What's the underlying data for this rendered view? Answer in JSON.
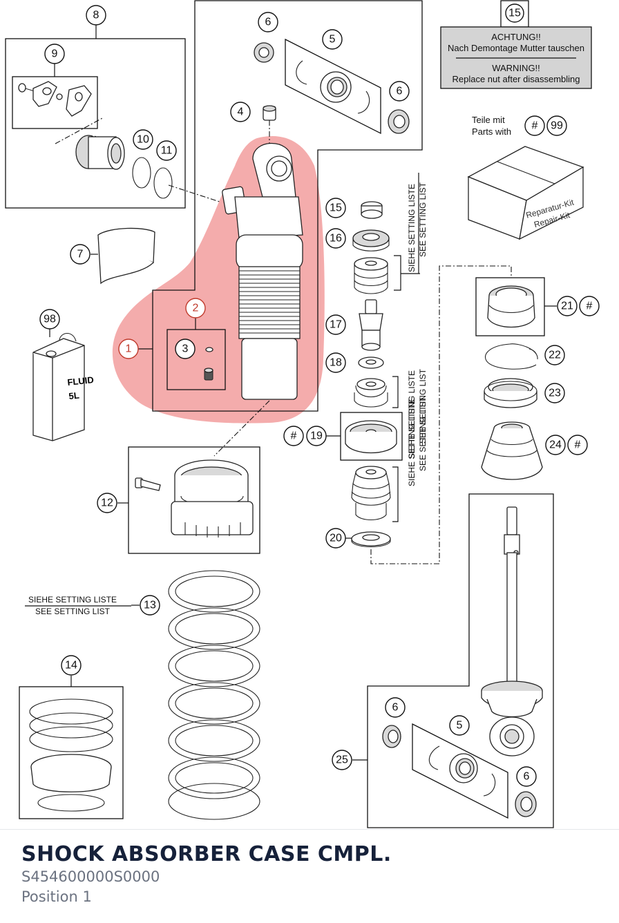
{
  "product": {
    "title": "SHOCK ABSORBER CASE CMPL.",
    "part_number": "S454600000S0000",
    "position": "Position 1"
  },
  "highlight_color": "#f3a3a3",
  "warning": {
    "callout": "15",
    "line1": "ACHTUNG!!",
    "line2": "Nach Demontage Mutter tauschen",
    "line3": "WARNING!!",
    "line4": "Replace nut after disassembling"
  },
  "kit_note": {
    "line1": "Teile mit",
    "line2": "Parts with",
    "hash": "#",
    "number": "99",
    "box_line1": "Reparatur-Kit",
    "box_line2": "Repair-Kit"
  },
  "setting_list": {
    "de": "SIEHE SETTING LISTE",
    "en": "SEE SETTING LIST"
  },
  "fluid_can": {
    "label1": "FLUID",
    "label2": "5L"
  },
  "callouts": {
    "c1": "1",
    "c2": "2",
    "c3": "3",
    "c4": "4",
    "c5a": "5",
    "c5b": "5",
    "c6a": "6",
    "c6b": "6",
    "c6c": "6",
    "c6d": "6",
    "c7": "7",
    "c8": "8",
    "c9": "9",
    "c10": "10",
    "c11": "11",
    "c12": "12",
    "c13": "13",
    "c14": "14",
    "c15": "15",
    "c16": "16",
    "c17": "17",
    "c18": "18",
    "c19": "19",
    "c20": "20",
    "c21": "21",
    "c22": "22",
    "c23": "23",
    "c24": "24",
    "c25": "25",
    "c98": "98",
    "hash19": "#",
    "hash21": "#",
    "hash24": "#"
  }
}
